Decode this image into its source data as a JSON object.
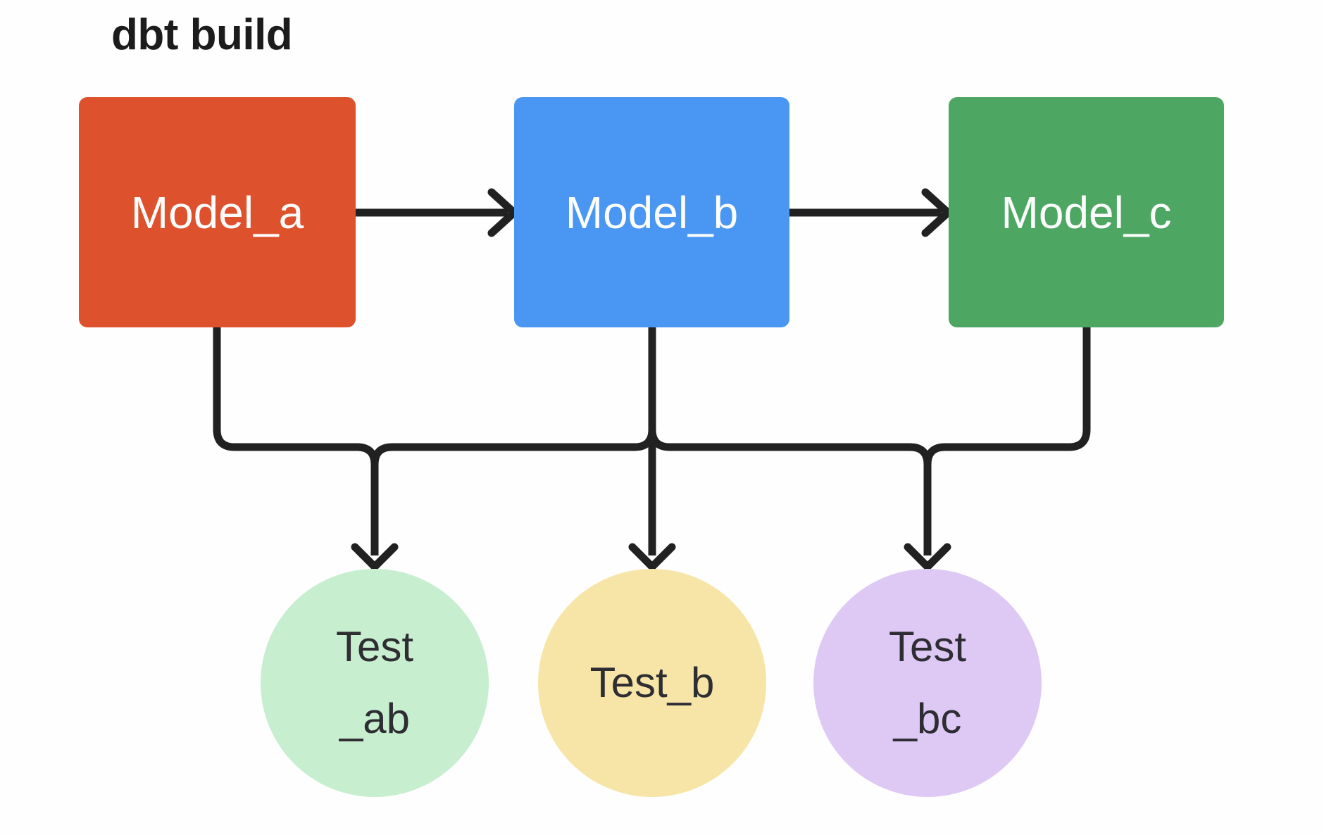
{
  "title": "dbt build",
  "colors": {
    "background": "#fefefe",
    "edge_line": "#212121",
    "title_text": "#1c1c1c",
    "model_label_text": "#fcfcfc",
    "test_label_text": "#2e2d33",
    "model_a": "#dd512c",
    "model_b": "#4a96f3",
    "model_c": "#4da763",
    "test_ab": "#c7eece",
    "test_b": "#f6e5a6",
    "test_bc": "#dec9f5"
  },
  "models": [
    {
      "id": "model_a",
      "label": "Model_a",
      "color": "#dd512c"
    },
    {
      "id": "model_b",
      "label": "Model_b",
      "color": "#4a96f3"
    },
    {
      "id": "model_c",
      "label": "Model_c",
      "color": "#4da763"
    }
  ],
  "tests": [
    {
      "id": "test_ab",
      "line1": "Test",
      "line2": "_ab",
      "color": "#c7eece"
    },
    {
      "id": "test_b",
      "line1": "Test_b",
      "line2": "",
      "color": "#f6e5a6"
    },
    {
      "id": "test_bc",
      "line1": "Test",
      "line2": "_bc",
      "color": "#dec9f5"
    }
  ],
  "edges": [
    {
      "from": "model_a",
      "to": "model_b"
    },
    {
      "from": "model_b",
      "to": "model_c"
    },
    {
      "from": "model_a",
      "to": "test_ab"
    },
    {
      "from": "model_b",
      "to": "test_ab"
    },
    {
      "from": "model_b",
      "to": "test_b"
    },
    {
      "from": "model_b",
      "to": "test_bc"
    },
    {
      "from": "model_c",
      "to": "test_bc"
    }
  ]
}
